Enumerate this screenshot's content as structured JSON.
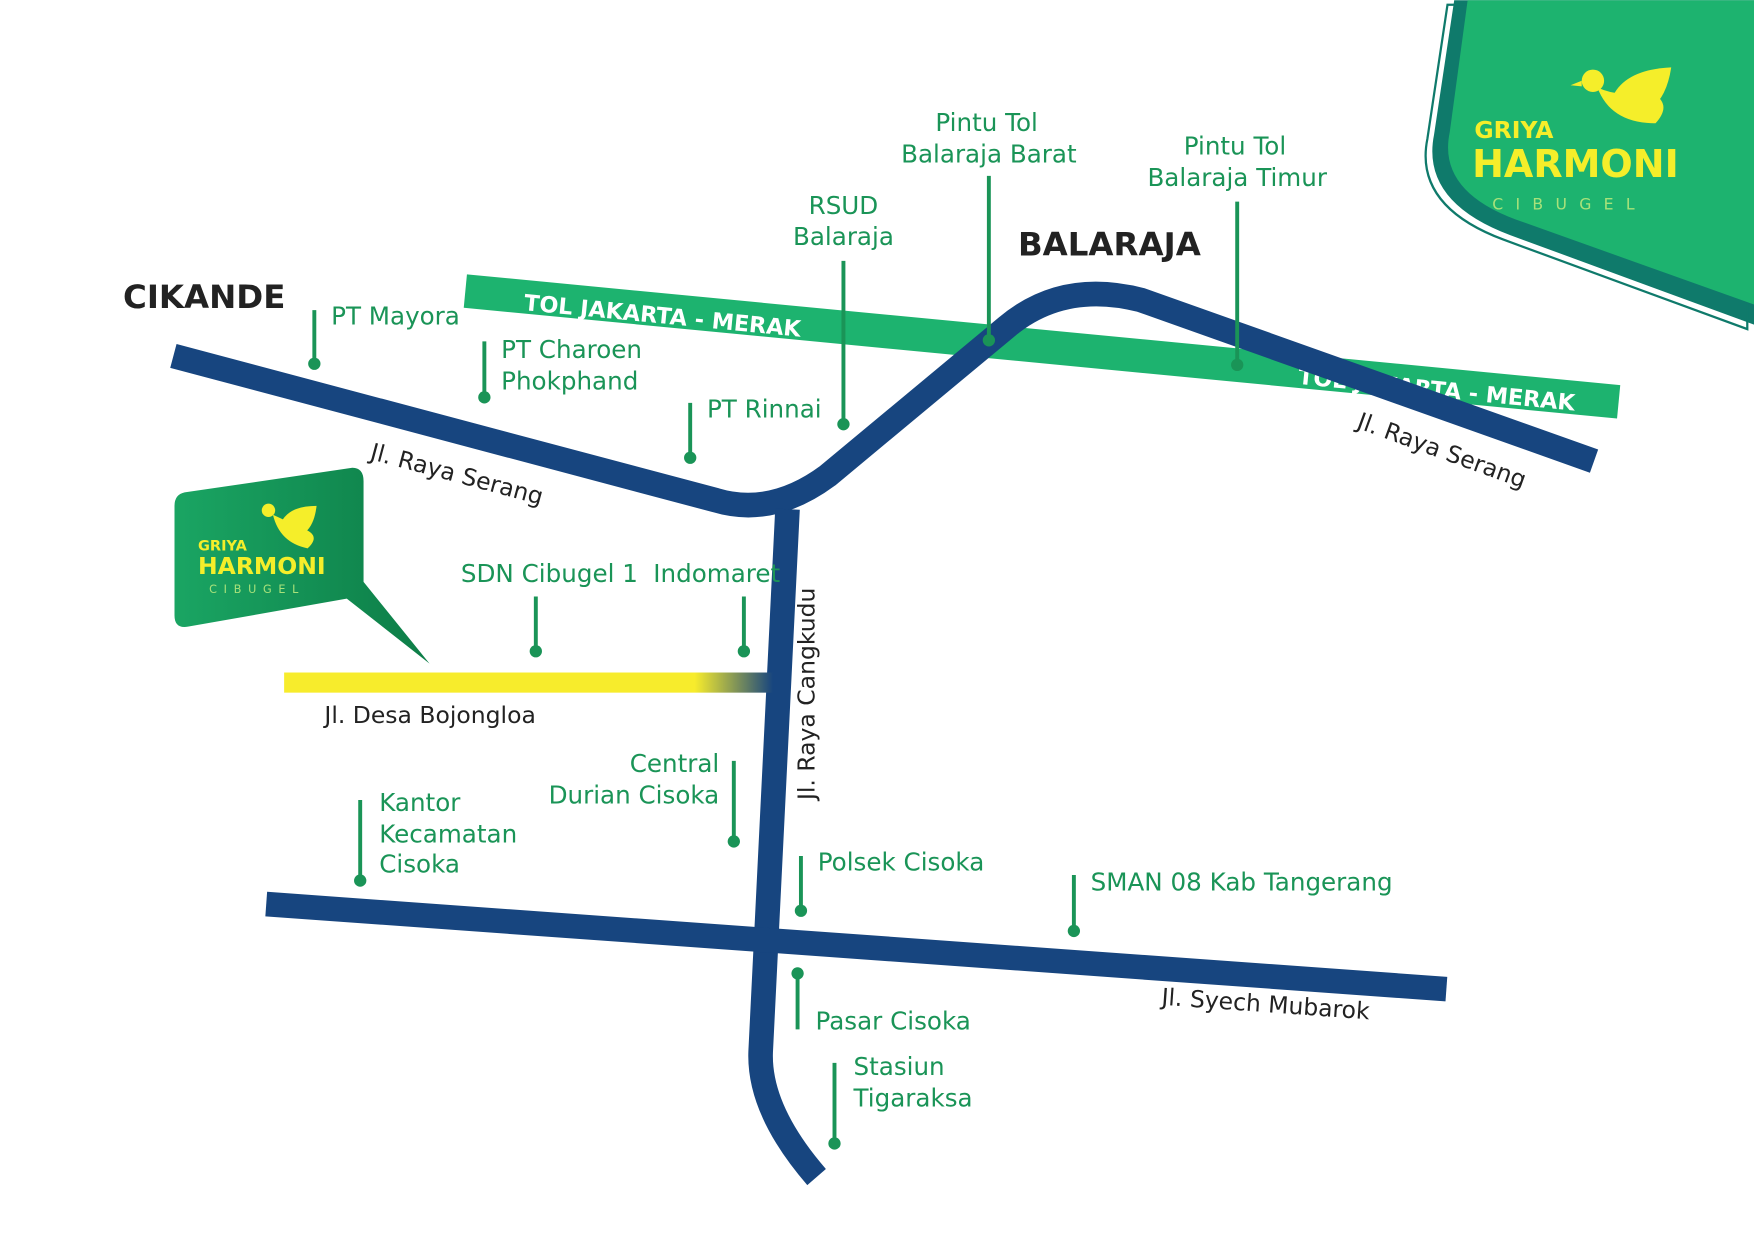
{
  "brand": {
    "line1": "GRIYA",
    "line2": "HARMONI",
    "line3": "CIBUGEL"
  },
  "cities": {
    "west": "CIKANDE",
    "north": "BALARAJA"
  },
  "roads": {
    "toll_west": "TOL JAKARTA - MERAK",
    "toll_east": "TOL JAKARTA - MERAK",
    "raya_serang_west": "Jl. Raya Serang",
    "raya_serang_east": "Jl. Raya Serang",
    "desa_bojongloa": "Jl. Desa Bojongloa",
    "raya_cangkudu": "Jl. Raya Cangkudu",
    "syech_mubarok": "Jl. Syech Mubarok"
  },
  "landmarks": {
    "pt_mayora": [
      "PT Mayora"
    ],
    "pt_charoen": [
      "PT Charoen",
      "Phokphand"
    ],
    "pt_rinnai": [
      "PT Rinnai"
    ],
    "rsud": [
      "RSUD",
      "Balaraja"
    ],
    "tol_barat": [
      "Pintu Tol",
      "Balaraja Barat"
    ],
    "tol_timur": [
      "Pintu Tol",
      "Balaraja Timur"
    ],
    "sdn": [
      "SDN Cibugel 1"
    ],
    "indomaret": [
      "Indomaret"
    ],
    "durian": [
      "Central",
      "Durian Cisoka"
    ],
    "kantor": [
      "Kantor",
      "Kecamatan",
      "Cisoka"
    ],
    "polsek": [
      "Polsek Cisoka"
    ],
    "sman": [
      "SMAN 08 Kab Tangerang"
    ],
    "pasar": [
      "Pasar Cisoka"
    ],
    "stasiun": [
      "Stasiun",
      "Tigaraksa"
    ]
  },
  "colors": {
    "road": "#17457f",
    "toll": "#1db36f",
    "label": "#1a9457",
    "highlight": "#f7ec2c",
    "logo_text": "#f5ee2a"
  }
}
